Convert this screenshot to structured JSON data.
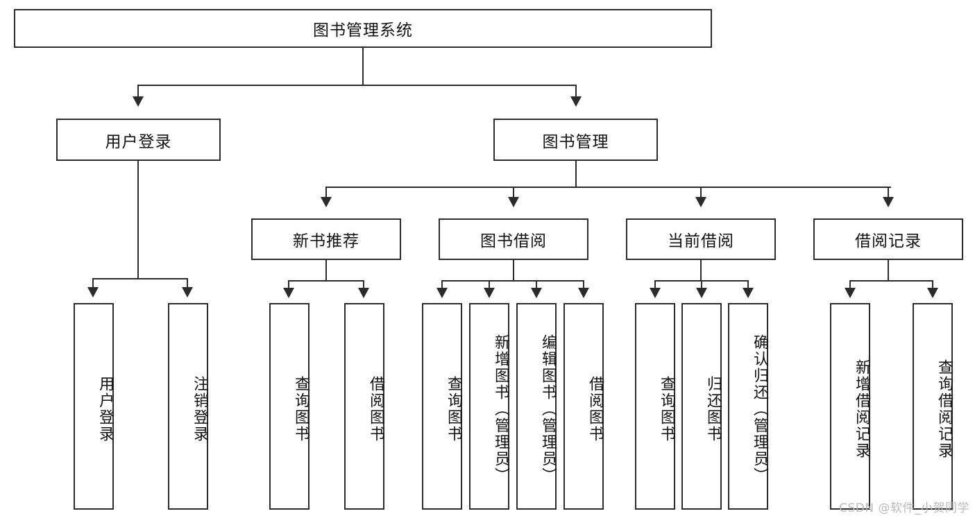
{
  "diagram": {
    "type": "hierarchy-tree",
    "title": "图书管理系统",
    "root": {
      "label": "图书管理系统"
    },
    "level1": [
      {
        "label": "用户登录"
      },
      {
        "label": "图书管理"
      }
    ],
    "level2": [
      {
        "label": "新书推荐"
      },
      {
        "label": "图书借阅"
      },
      {
        "label": "当前借阅"
      },
      {
        "label": "借阅记录"
      }
    ],
    "leaves": {
      "user_login": [
        {
          "label": "用户登录"
        },
        {
          "label": "注销登录"
        }
      ],
      "new_book_recommend": [
        {
          "label": "查询图书"
        },
        {
          "label": "借阅图书"
        }
      ],
      "book_borrow": [
        {
          "label": "查询图书"
        },
        {
          "label": "新增图书（管理员）"
        },
        {
          "label": "编辑图书（管理员）"
        },
        {
          "label": "借阅图书"
        }
      ],
      "current_borrow": [
        {
          "label": "查询图书"
        },
        {
          "label": "归还图书"
        },
        {
          "label": "确认归还（管理员）"
        }
      ],
      "borrow_record": [
        {
          "label": "新增借阅记录"
        },
        {
          "label": "查询借阅记录"
        }
      ]
    }
  },
  "watermark": {
    "text": "CSDN @软件_小贺同学"
  },
  "colors": {
    "stroke": "#2b2b2b",
    "background": "#ffffff",
    "text": "#111111",
    "watermark": "#b9b9b9"
  }
}
